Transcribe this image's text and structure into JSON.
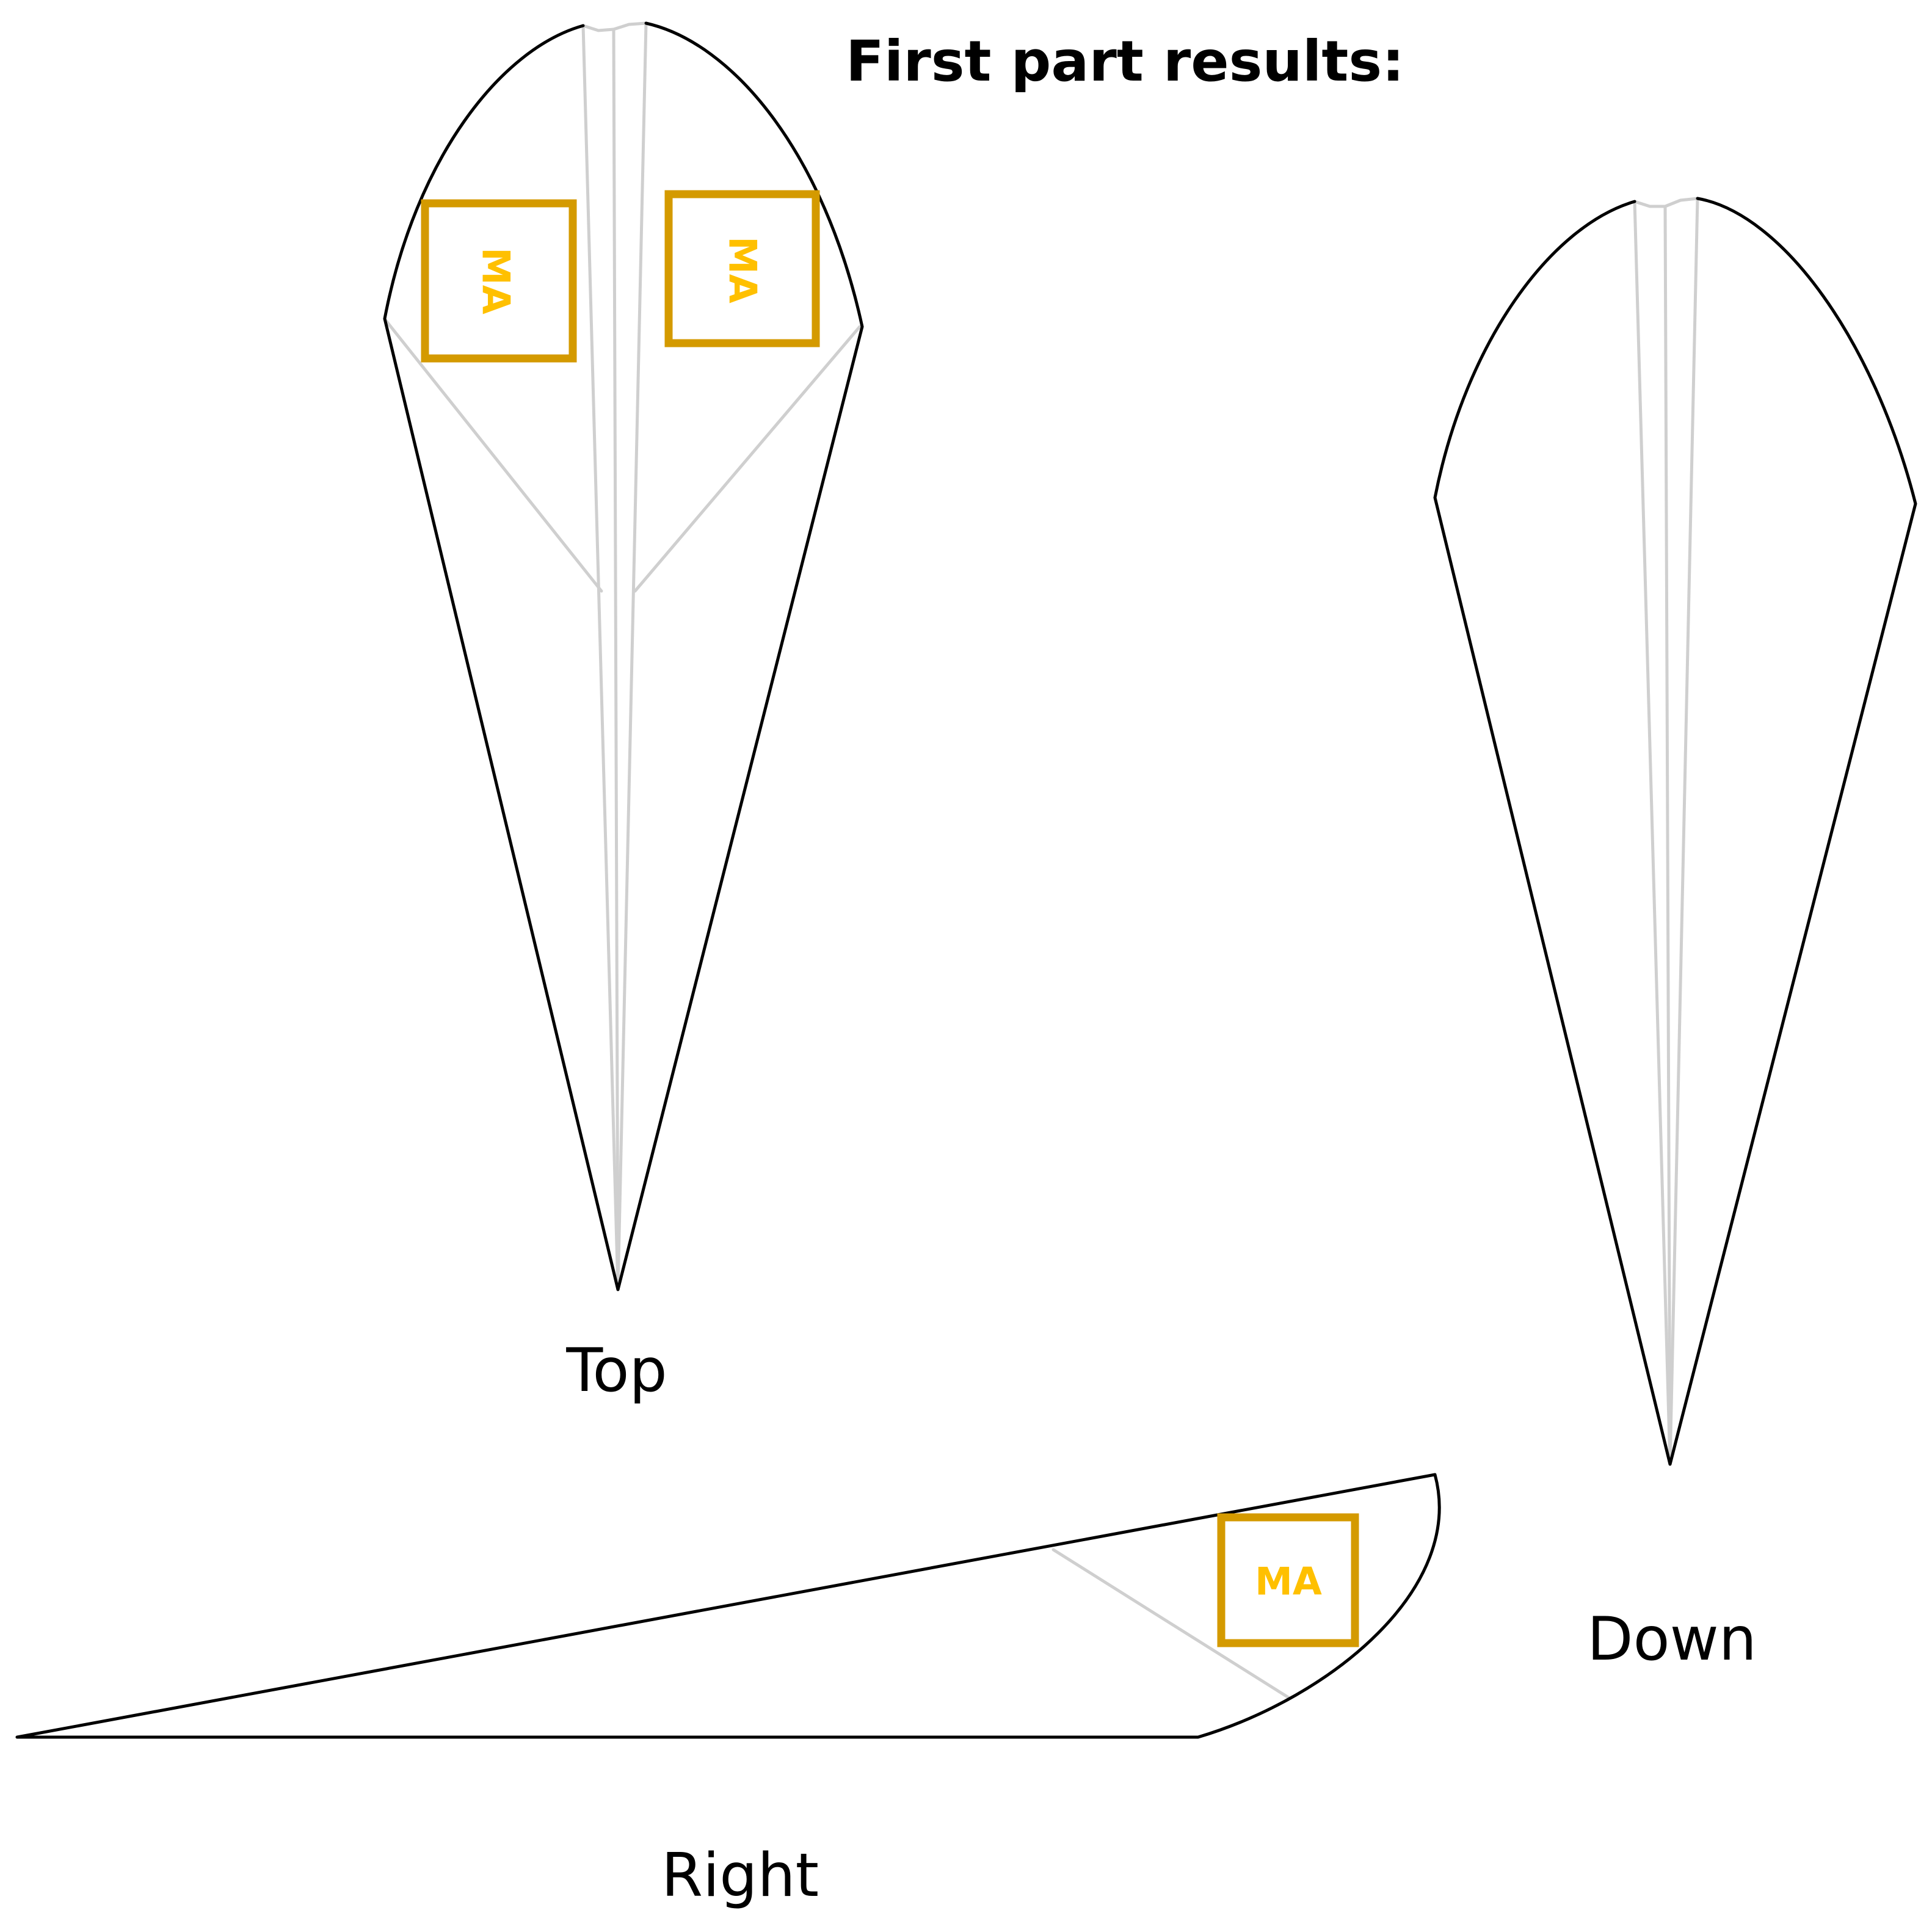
{
  "heading": "First part results:",
  "views": {
    "top": {
      "label": "Top",
      "markers": [
        "MA",
        "MA"
      ]
    },
    "down": {
      "label": "Down"
    },
    "right": {
      "label": "Right",
      "markers": [
        "MA"
      ]
    }
  },
  "colors": {
    "outline": "#000000",
    "fold_line": "#cfcfcf",
    "marker_border": "#d49a00",
    "marker_text": "#ffc000"
  }
}
